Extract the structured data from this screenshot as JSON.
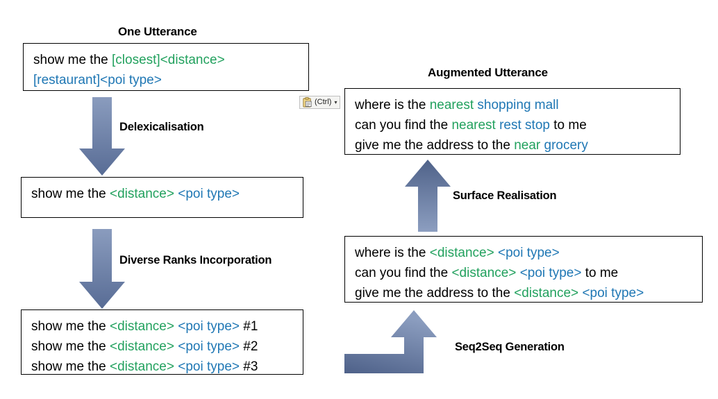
{
  "headings": {
    "one_utterance": "One Utterance",
    "augmented_utterance": "Augmented Utterance"
  },
  "steps": {
    "delexicalisation": "Delexicalisation",
    "diverse_ranks": "Diverse Ranks Incorporation",
    "surface_realisation": "Surface Realisation",
    "seq2seq": "Seq2Seq Generation"
  },
  "colors": {
    "green_slot": "#22A15E",
    "blue_slot": "#1F77B4",
    "arrow_light": "#8799BC",
    "arrow_dark": "#4F628E",
    "box_border": "#000000",
    "background": "#FFFFFF"
  },
  "boxes": {
    "one_utterance": {
      "lines": [
        [
          {
            "t": "show me the ",
            "c": "plain"
          },
          {
            "t": "[closest]",
            "c": "green"
          },
          {
            "t": "<distance>",
            "c": "green"
          }
        ],
        [
          {
            "t": "[restaurant]",
            "c": "blue"
          },
          {
            "t": "<poi type>",
            "c": "blue"
          }
        ]
      ]
    },
    "delexicalised": {
      "lines": [
        [
          {
            "t": "show me the ",
            "c": "plain"
          },
          {
            "t": "<distance>",
            "c": "green"
          },
          {
            "t": " ",
            "c": "plain"
          },
          {
            "t": "<poi type>",
            "c": "blue"
          }
        ]
      ]
    },
    "ranked": {
      "lines": [
        [
          {
            "t": "show me the ",
            "c": "plain"
          },
          {
            "t": "<distance>",
            "c": "green"
          },
          {
            "t": " ",
            "c": "plain"
          },
          {
            "t": "<poi type>",
            "c": "blue"
          },
          {
            "t": " #1",
            "c": "plain"
          }
        ],
        [
          {
            "t": "show me the ",
            "c": "plain"
          },
          {
            "t": "<distance>",
            "c": "green"
          },
          {
            "t": " ",
            "c": "plain"
          },
          {
            "t": "<poi type>",
            "c": "blue"
          },
          {
            "t": " #2",
            "c": "plain"
          }
        ],
        [
          {
            "t": "show me the ",
            "c": "plain"
          },
          {
            "t": "<distance>",
            "c": "green"
          },
          {
            "t": " ",
            "c": "plain"
          },
          {
            "t": "<poi type>",
            "c": "blue"
          },
          {
            "t": " #3",
            "c": "plain"
          }
        ]
      ]
    },
    "generated_templates": {
      "lines": [
        [
          {
            "t": "where is the ",
            "c": "plain"
          },
          {
            "t": "<distance>",
            "c": "green"
          },
          {
            "t": " ",
            "c": "plain"
          },
          {
            "t": "<poi type>",
            "c": "blue"
          }
        ],
        [
          {
            "t": "can you find the ",
            "c": "plain"
          },
          {
            "t": "<distance>",
            "c": "green"
          },
          {
            "t": " ",
            "c": "plain"
          },
          {
            "t": "<poi type>",
            "c": "blue"
          },
          {
            "t": " to me",
            "c": "plain"
          }
        ],
        [
          {
            "t": "give me the address to the ",
            "c": "plain"
          },
          {
            "t": "<distance>",
            "c": "green"
          },
          {
            "t": " ",
            "c": "plain"
          },
          {
            "t": "<poi type>",
            "c": "blue"
          }
        ]
      ]
    },
    "augmented": {
      "lines": [
        [
          {
            "t": "where is the ",
            "c": "plain"
          },
          {
            "t": "nearest",
            "c": "green"
          },
          {
            "t": " ",
            "c": "plain"
          },
          {
            "t": "shopping mall",
            "c": "blue"
          }
        ],
        [
          {
            "t": "can you find the ",
            "c": "plain"
          },
          {
            "t": "nearest",
            "c": "green"
          },
          {
            "t": " ",
            "c": "plain"
          },
          {
            "t": "rest stop",
            "c": "blue"
          },
          {
            "t": " to me",
            "c": "plain"
          }
        ],
        [
          {
            "t": "give me the address to the ",
            "c": "plain"
          },
          {
            "t": "near",
            "c": "green"
          },
          {
            "t": " ",
            "c": "plain"
          },
          {
            "t": "grocery",
            "c": "blue"
          }
        ]
      ]
    }
  },
  "paste_options": {
    "label": "(Ctrl)",
    "caret": "▾",
    "icon": "clipboard-paste-icon"
  }
}
